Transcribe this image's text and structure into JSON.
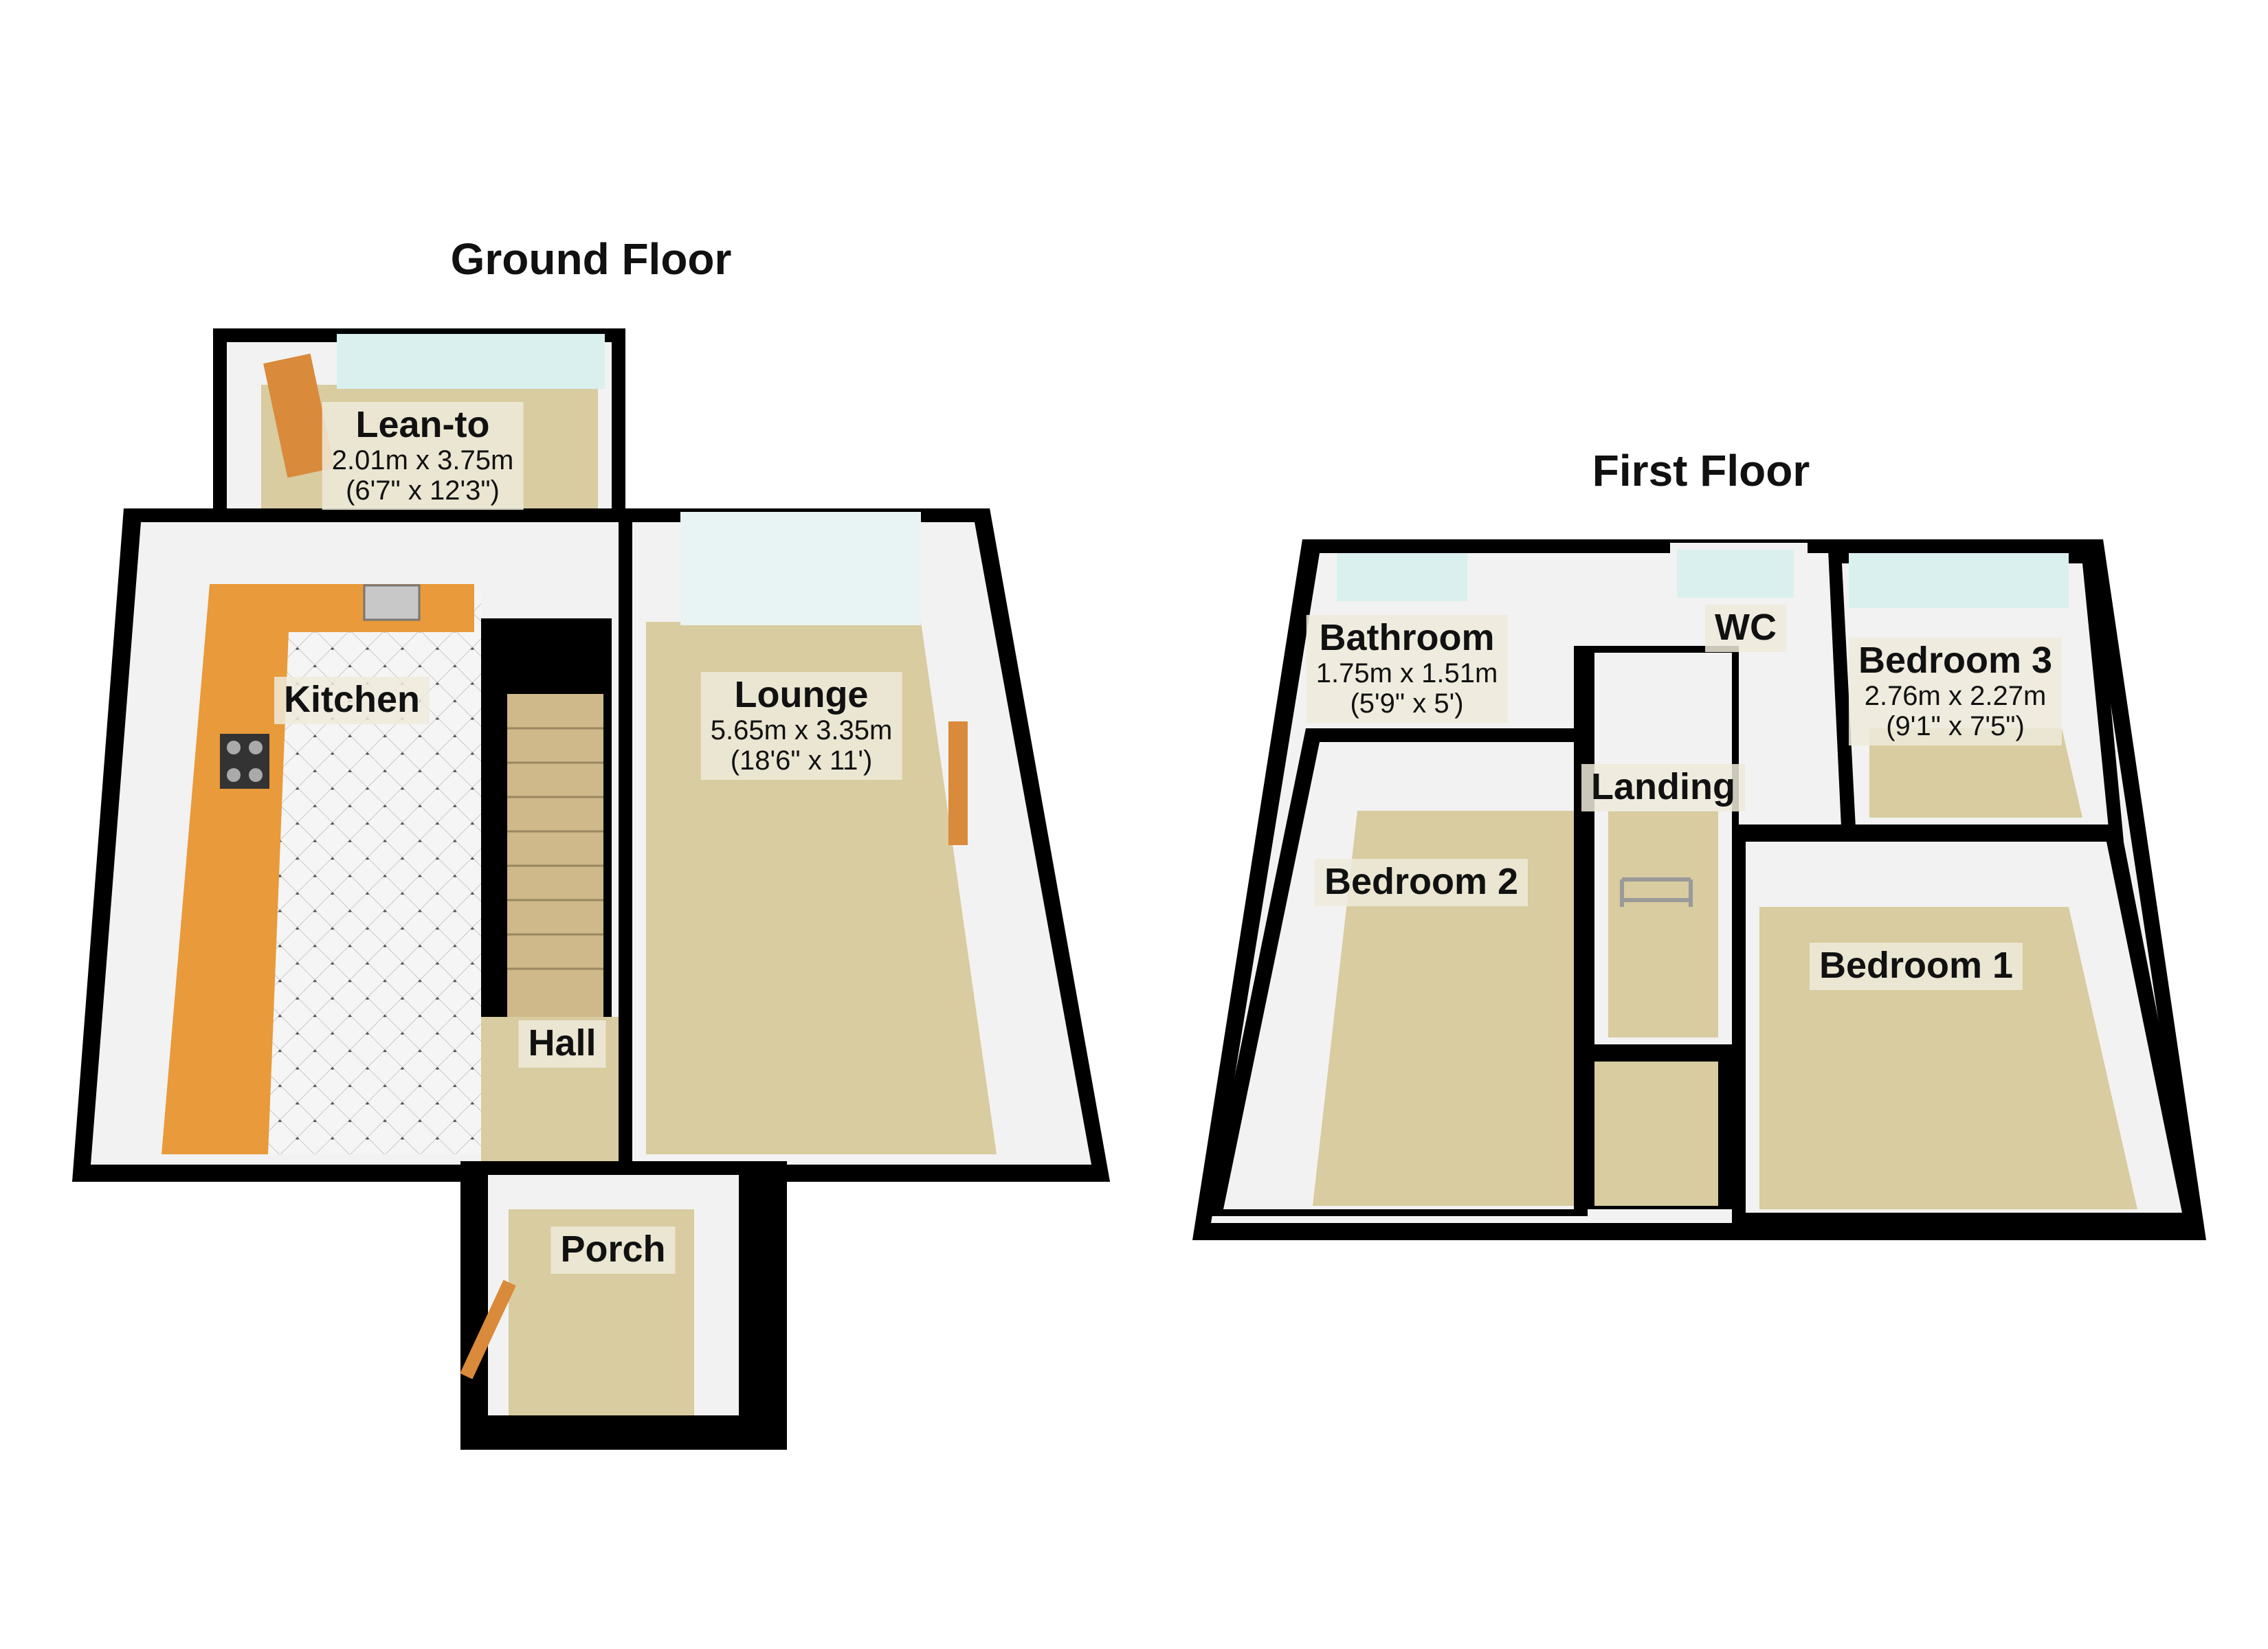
{
  "floors": {
    "ground": {
      "title": "Ground Floor"
    },
    "first": {
      "title": "First Floor"
    }
  },
  "rooms": {
    "leanto": {
      "name": "Lean-to",
      "dim_m": "2.01m x 3.75m",
      "dim_ft": "(6'7\" x 12'3\")"
    },
    "kitchen": {
      "name": "Kitchen"
    },
    "lounge": {
      "name": "Lounge",
      "dim_m": "5.65m x 3.35m",
      "dim_ft": "(18'6\" x 11')"
    },
    "hall": {
      "name": "Hall"
    },
    "porch": {
      "name": "Porch"
    },
    "bathroom": {
      "name": "Bathroom",
      "dim_m": "1.75m x 1.51m",
      "dim_ft": "(5'9\" x 5')"
    },
    "wc": {
      "name": "WC"
    },
    "bedroom3": {
      "name": "Bedroom 3",
      "dim_m": "2.76m x 2.27m",
      "dim_ft": "(9'1\" x 7'5\")"
    },
    "landing": {
      "name": "Landing"
    },
    "bedroom2": {
      "name": "Bedroom 2"
    },
    "bedroom1": {
      "name": "Bedroom 1"
    }
  },
  "colors": {
    "wall": "#000000",
    "carpet": "#d8cca0",
    "inner_wall": "#f2f2f2",
    "worktop": "#e99a3a",
    "tile": "#f4f4f4",
    "glass": "#d9f0ee",
    "stair": "#cfb98a"
  }
}
